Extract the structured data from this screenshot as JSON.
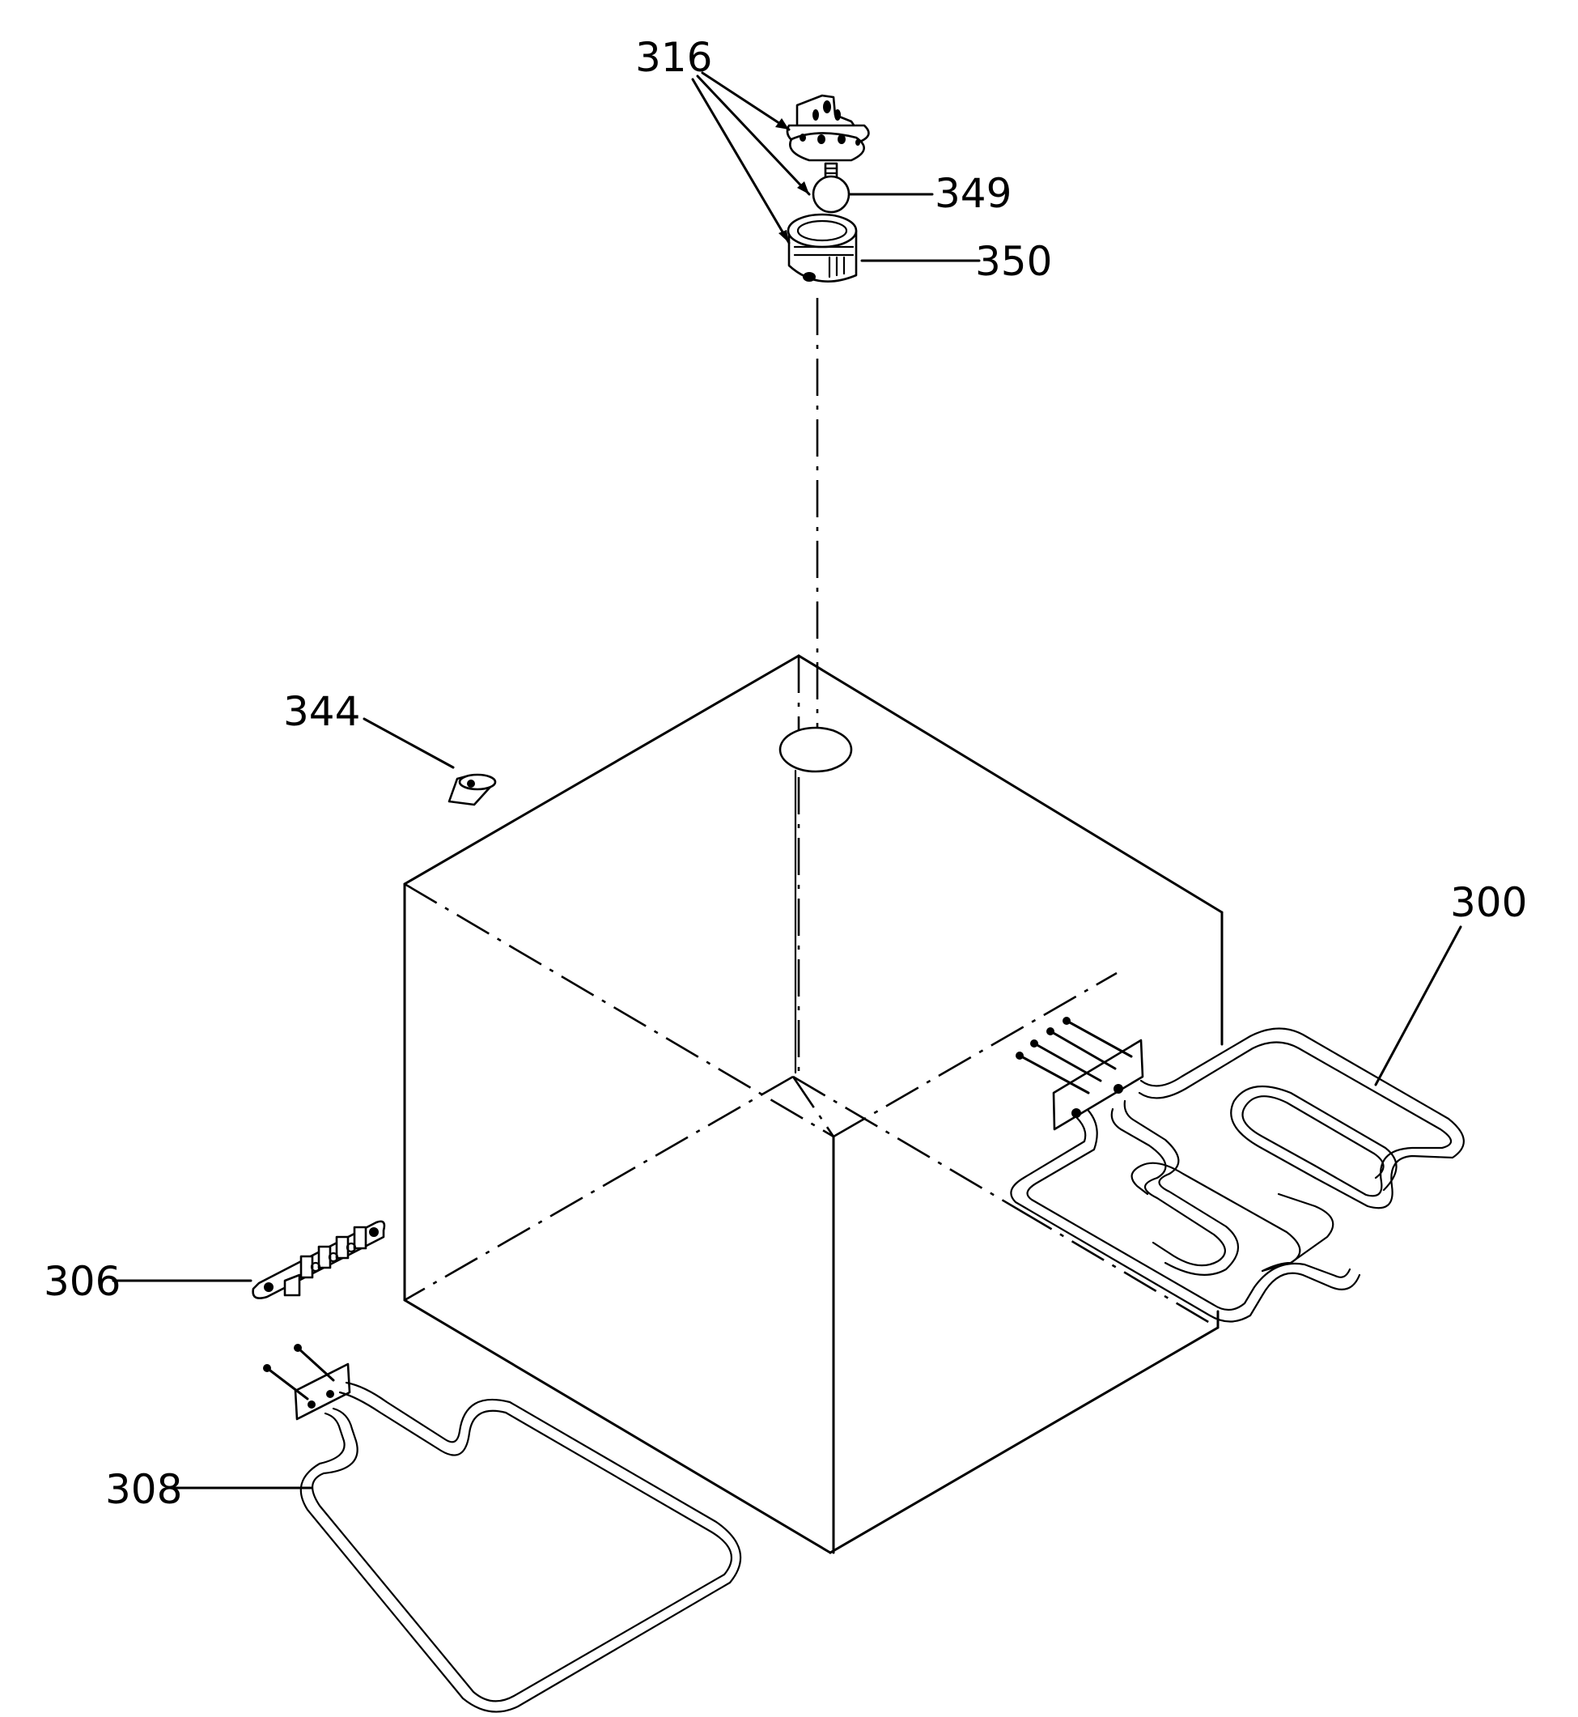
{
  "labels": {
    "p316": "316",
    "p349": "349",
    "p350": "350",
    "p344": "344",
    "p300": "300",
    "p306": "306",
    "p308": "308"
  }
}
